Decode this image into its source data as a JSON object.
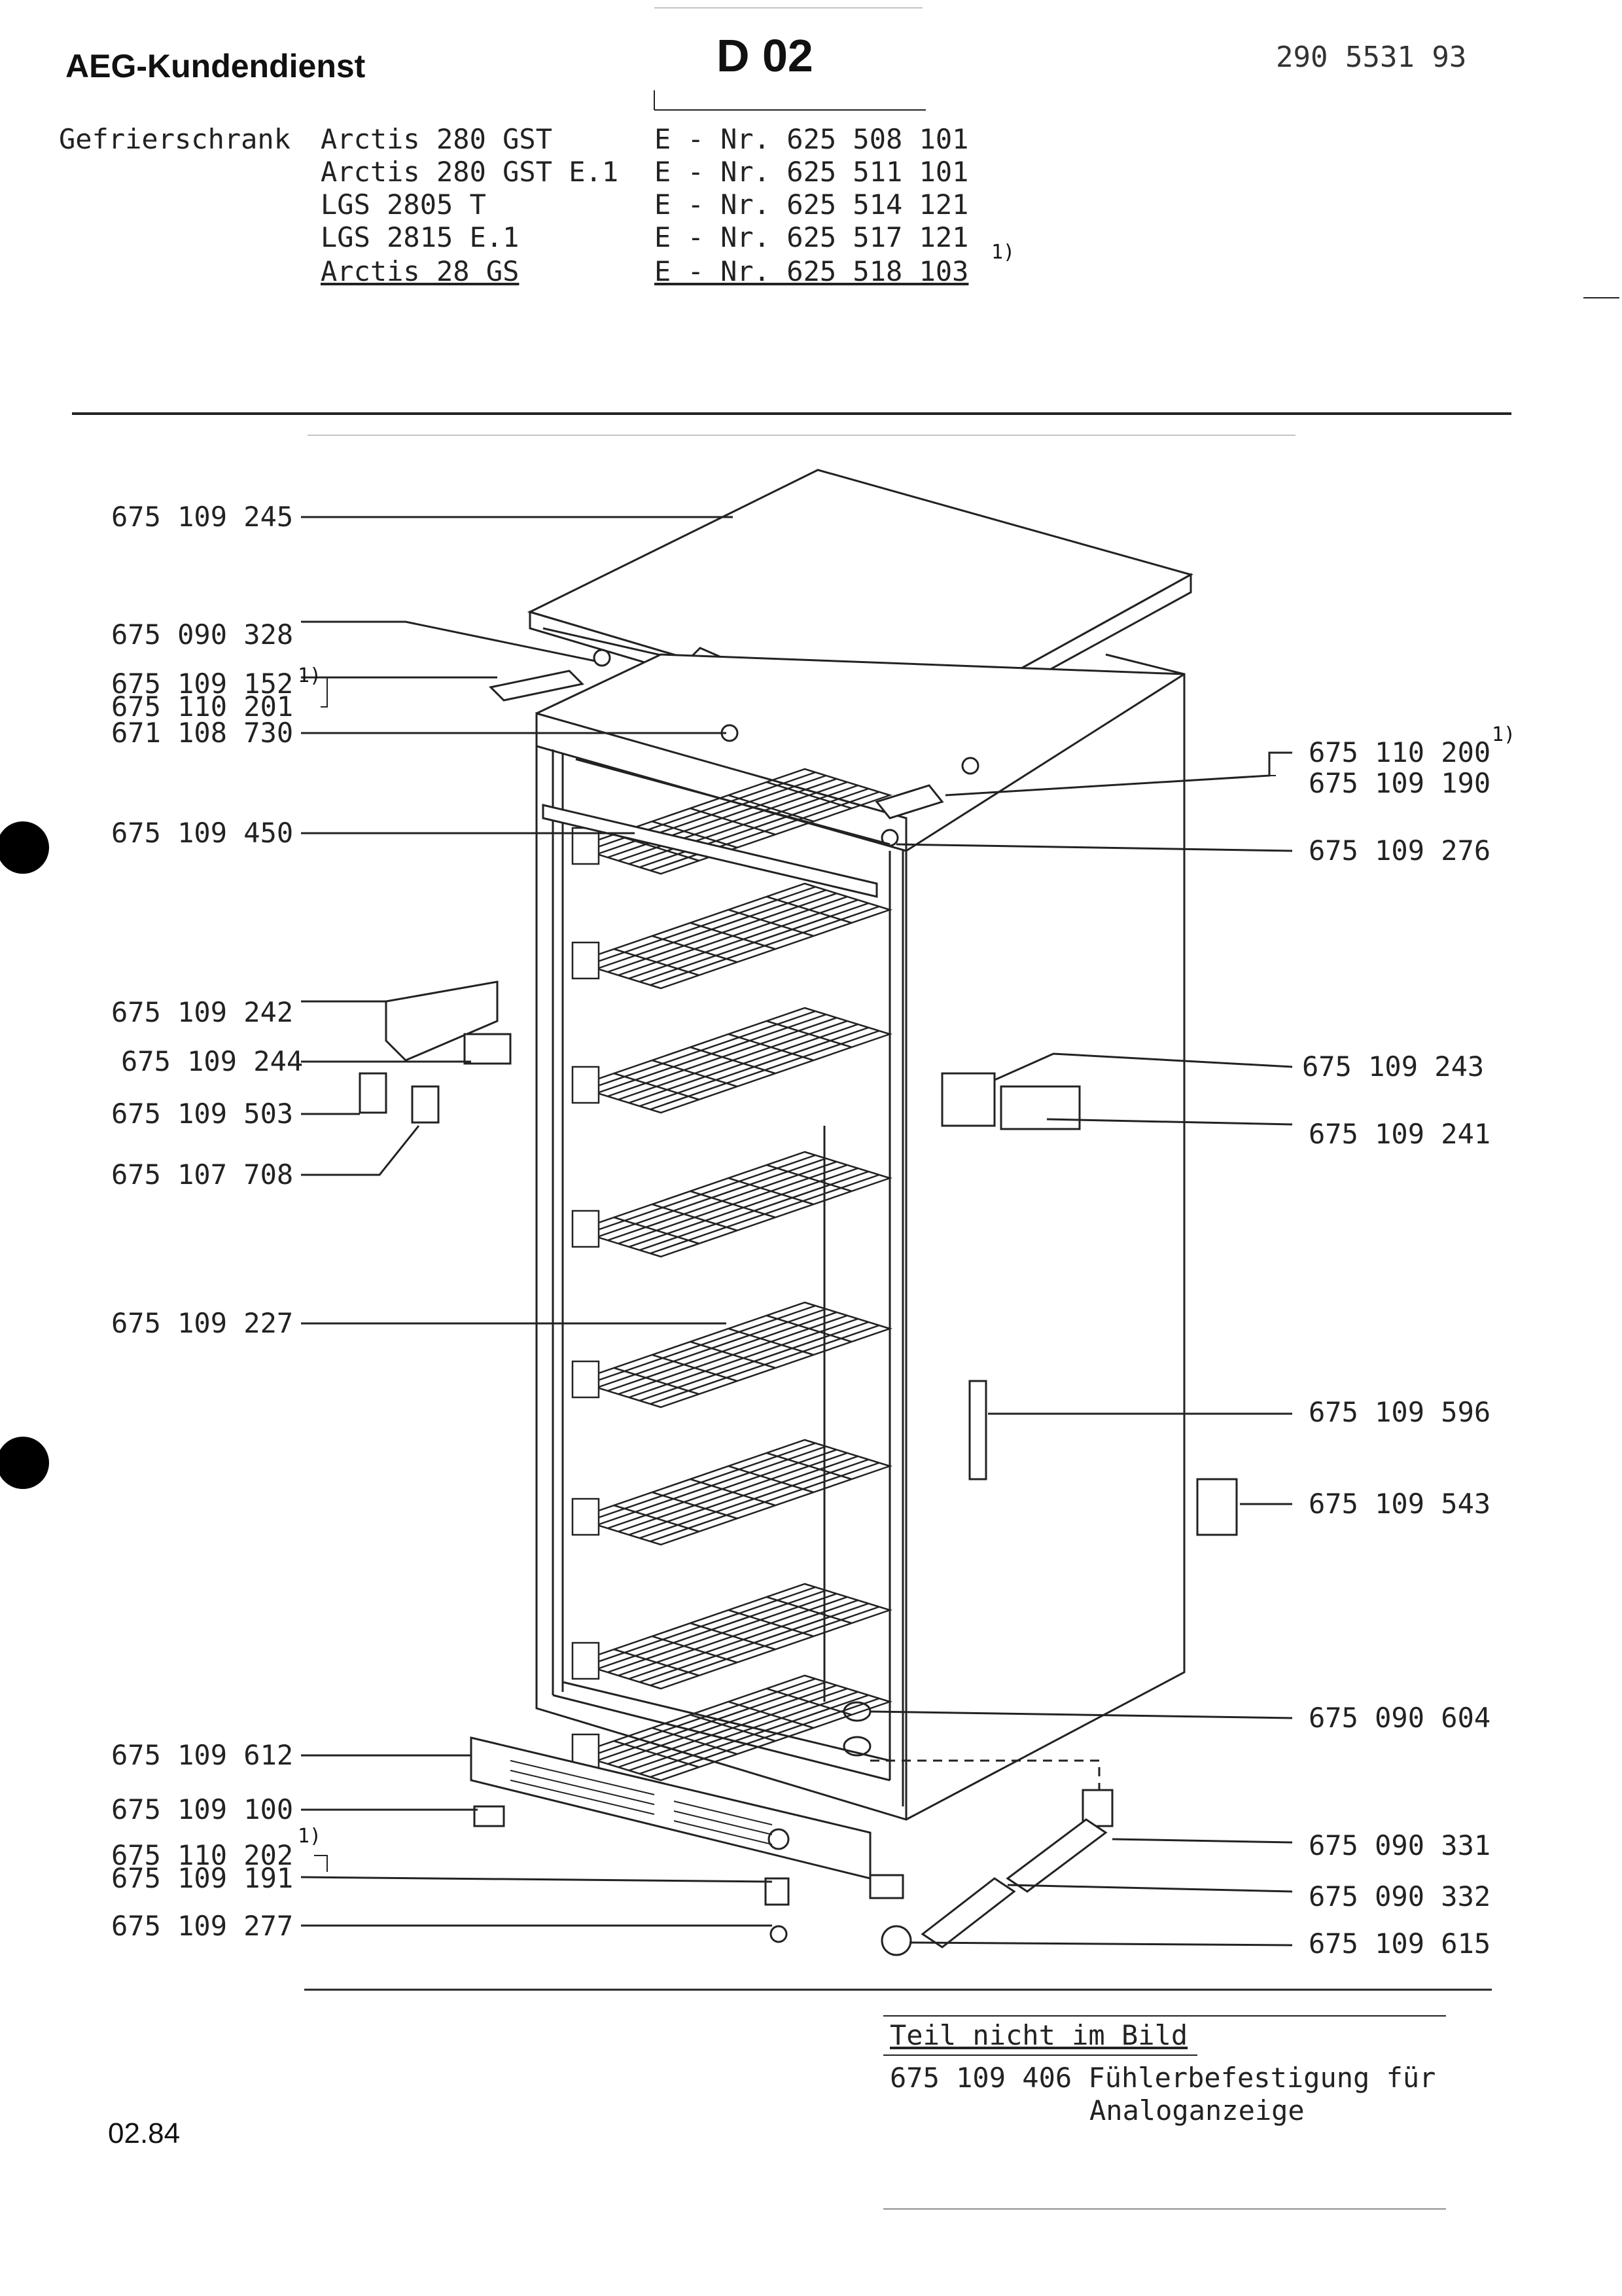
{
  "header": {
    "title": "AEG-Kundendienst",
    "code": "D 02",
    "doc_number": "290 5531 93"
  },
  "models": {
    "category": "Gefrierschrank",
    "rows": [
      {
        "model": "Arctis 280 GST",
        "enr": "E - Nr. 625 508 101"
      },
      {
        "model": "Arctis 280 GST E.1",
        "enr": "E - Nr. 625 511 101"
      },
      {
        "model": "LGS   2805 T",
        "enr": "E - Nr. 625 514 121"
      },
      {
        "model": "LGS   2815 E.1",
        "enr": "E - Nr. 625 517 121"
      },
      {
        "model": "Arctis 28 GS",
        "enr": "E - Nr. 625 518 103",
        "note": "1)"
      }
    ]
  },
  "parts_left": [
    "675 109 245",
    "675 090 328",
    "675 109 152",
    "675 110 201",
    "671 108 730",
    "675 109 450",
    "675 109 242",
    "675 109 244",
    "675 109 503",
    "675 107 708",
    "675 109 227",
    "675 109 612",
    "675 109 100",
    "675 110 202",
    "675 109 191",
    "675 109 277"
  ],
  "parts_right": [
    "675 110 200",
    "675 109 190",
    "675 109 276",
    "675 109 243",
    "675 109 241",
    "675 109 596",
    "675 109 543",
    "675 090 604",
    "675 090 331",
    "675 090 332",
    "675 109 615"
  ],
  "footnote_marker": "1)",
  "note": {
    "heading": "Teil nicht im Bild",
    "line1": "675 109 406 Fühlerbefestigung für",
    "line2": "Analoganzeige"
  },
  "footer": {
    "date": "02.84"
  }
}
